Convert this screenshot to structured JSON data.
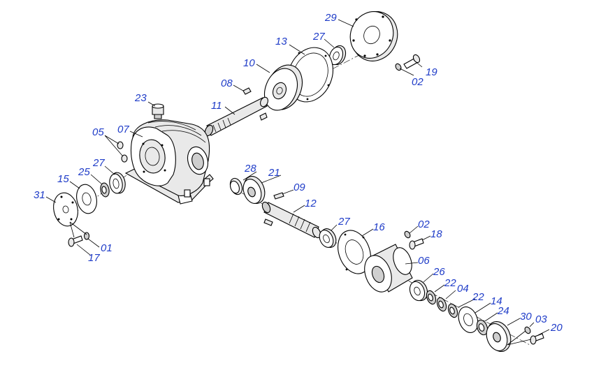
{
  "parts": [
    {
      "id": "p29",
      "label": "29"
    },
    {
      "id": "p13",
      "label": "13"
    },
    {
      "id": "p27a",
      "label": "27"
    },
    {
      "id": "p10",
      "label": "10"
    },
    {
      "id": "p19",
      "label": "19"
    },
    {
      "id": "p02a",
      "label": "02"
    },
    {
      "id": "p08",
      "label": "08"
    },
    {
      "id": "p23",
      "label": "23"
    },
    {
      "id": "p11",
      "label": "11"
    },
    {
      "id": "p05",
      "label": "05"
    },
    {
      "id": "p07",
      "label": "07"
    },
    {
      "id": "p27b",
      "label": "27"
    },
    {
      "id": "p25",
      "label": "25"
    },
    {
      "id": "p15",
      "label": "15"
    },
    {
      "id": "p31",
      "label": "31"
    },
    {
      "id": "p28",
      "label": "28"
    },
    {
      "id": "p21",
      "label": "21"
    },
    {
      "id": "p09",
      "label": "09"
    },
    {
      "id": "p12",
      "label": "12"
    },
    {
      "id": "p27c",
      "label": "27"
    },
    {
      "id": "p16",
      "label": "16"
    },
    {
      "id": "p02b",
      "label": "02"
    },
    {
      "id": "p18",
      "label": "18"
    },
    {
      "id": "p06",
      "label": "06"
    },
    {
      "id": "p26",
      "label": "26"
    },
    {
      "id": "p22a",
      "label": "22"
    },
    {
      "id": "p04",
      "label": "04"
    },
    {
      "id": "p22b",
      "label": "22"
    },
    {
      "id": "p14",
      "label": "14"
    },
    {
      "id": "p24",
      "label": "24"
    },
    {
      "id": "p30",
      "label": "30"
    },
    {
      "id": "p03",
      "label": "03"
    },
    {
      "id": "p20",
      "label": "20"
    },
    {
      "id": "p01",
      "label": "01"
    },
    {
      "id": "p17",
      "label": "17"
    }
  ],
  "colors": {
    "label": "#1f3cc8",
    "line": "#000000",
    "background": "#ffffff"
  }
}
